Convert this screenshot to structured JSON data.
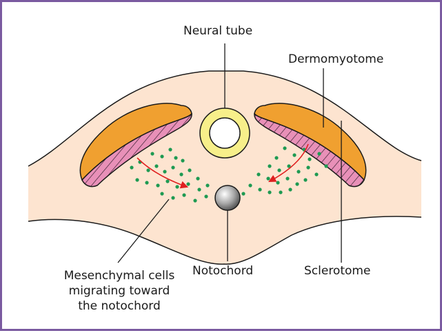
{
  "labels": {
    "neural_tube": "Neural tube",
    "dermomyotome": "Dermomyotome",
    "mesenchymal_line1": "Mesenchymal cells",
    "mesenchymal_line2": "migrating toward",
    "mesenchymal_line3": "the notochord",
    "notochord": "Notochord",
    "sclerotome": "Sclerotome"
  },
  "colors": {
    "frame": "#7a5aa0",
    "embryo_body": "#fde4d0",
    "neural_tube_ring": "#f7ef8a",
    "dermomyotome_outer": "#f0a030",
    "sclerotome_hatched": "#e890b8",
    "mesenchymal_cells": "#1e9a52",
    "migration_arrows": "#e02020",
    "notochord": "#9a9a9a"
  }
}
